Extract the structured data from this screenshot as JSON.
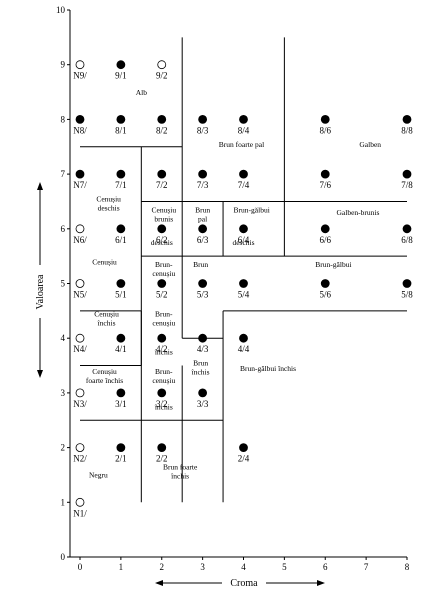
{
  "chart_data": {
    "type": "scatter",
    "xlabel": "Croma",
    "ylabel": "Valoarea",
    "xlim": [
      0,
      8
    ],
    "ylim": [
      0,
      10
    ],
    "x_ticks": [
      "0",
      "1",
      "2",
      "3",
      "4",
      "5",
      "6",
      "7",
      "8"
    ],
    "y_ticks": [
      "0",
      "1",
      "2",
      "3",
      "4",
      "5",
      "6",
      "7",
      "8",
      "9",
      "10"
    ],
    "points": [
      {
        "x": 0,
        "y": 9,
        "label": "N9/",
        "filled": false
      },
      {
        "x": 1,
        "y": 9,
        "label": "9/1",
        "filled": true
      },
      {
        "x": 2,
        "y": 9,
        "label": "9/2",
        "filled": false
      },
      {
        "x": 0,
        "y": 8,
        "label": "N8/",
        "filled": true
      },
      {
        "x": 1,
        "y": 8,
        "label": "8/1",
        "filled": true
      },
      {
        "x": 2,
        "y": 8,
        "label": "8/2",
        "filled": true
      },
      {
        "x": 3,
        "y": 8,
        "label": "8/3",
        "filled": true
      },
      {
        "x": 4,
        "y": 8,
        "label": "8/4",
        "filled": true
      },
      {
        "x": 6,
        "y": 8,
        "label": "8/6",
        "filled": true
      },
      {
        "x": 8,
        "y": 8,
        "label": "8/8",
        "filled": true
      },
      {
        "x": 0,
        "y": 7,
        "label": "N7/",
        "filled": true
      },
      {
        "x": 1,
        "y": 7,
        "label": "7/1",
        "filled": true
      },
      {
        "x": 2,
        "y": 7,
        "label": "7/2",
        "filled": true
      },
      {
        "x": 3,
        "y": 7,
        "label": "7/3",
        "filled": true
      },
      {
        "x": 4,
        "y": 7,
        "label": "7/4",
        "filled": true
      },
      {
        "x": 6,
        "y": 7,
        "label": "7/6",
        "filled": true
      },
      {
        "x": 8,
        "y": 7,
        "label": "7/8",
        "filled": true
      },
      {
        "x": 0,
        "y": 6,
        "label": "N6/",
        "filled": false
      },
      {
        "x": 1,
        "y": 6,
        "label": "6/1",
        "filled": true
      },
      {
        "x": 2,
        "y": 6,
        "label": "6/2",
        "filled": true
      },
      {
        "x": 3,
        "y": 6,
        "label": "6/3",
        "filled": true
      },
      {
        "x": 4,
        "y": 6,
        "label": "6/4",
        "filled": true
      },
      {
        "x": 6,
        "y": 6,
        "label": "6/6",
        "filled": true
      },
      {
        "x": 8,
        "y": 6,
        "label": "6/8",
        "filled": true
      },
      {
        "x": 0,
        "y": 5,
        "label": "N5/",
        "filled": false
      },
      {
        "x": 1,
        "y": 5,
        "label": "5/1",
        "filled": true
      },
      {
        "x": 2,
        "y": 5,
        "label": "5/2",
        "filled": true
      },
      {
        "x": 3,
        "y": 5,
        "label": "5/3",
        "filled": true
      },
      {
        "x": 4,
        "y": 5,
        "label": "5/4",
        "filled": true
      },
      {
        "x": 6,
        "y": 5,
        "label": "5/6",
        "filled": true
      },
      {
        "x": 8,
        "y": 5,
        "label": "5/8",
        "filled": true
      },
      {
        "x": 0,
        "y": 4,
        "label": "N4/",
        "filled": false
      },
      {
        "x": 1,
        "y": 4,
        "label": "4/1",
        "filled": true
      },
      {
        "x": 2,
        "y": 4,
        "label": "4/2",
        "filled": true
      },
      {
        "x": 3,
        "y": 4,
        "label": "4/3",
        "filled": true
      },
      {
        "x": 4,
        "y": 4,
        "label": "4/4",
        "filled": true
      },
      {
        "x": 0,
        "y": 3,
        "label": "N3/",
        "filled": false
      },
      {
        "x": 1,
        "y": 3,
        "label": "3/1",
        "filled": true
      },
      {
        "x": 2,
        "y": 3,
        "label": "3/2",
        "filled": true
      },
      {
        "x": 3,
        "y": 3,
        "label": "3/3",
        "filled": true
      },
      {
        "x": 0,
        "y": 2,
        "label": "N2/",
        "filled": false
      },
      {
        "x": 1,
        "y": 2,
        "label": "2/1",
        "filled": true
      },
      {
        "x": 2,
        "y": 2,
        "label": "2/2",
        "filled": true
      },
      {
        "x": 4,
        "y": 2,
        "label": "2/4",
        "filled": true
      },
      {
        "x": 0,
        "y": 1,
        "label": "N1/",
        "filled": false
      }
    ],
    "regions": [
      {
        "label": [
          "Alb"
        ],
        "x": 1.5,
        "y": 8.45
      },
      {
        "label": [
          "Brun foarte pal"
        ],
        "x": 3.95,
        "y": 7.5
      },
      {
        "label": [
          "Galben"
        ],
        "x": 7.1,
        "y": 7.5
      },
      {
        "label": [
          "Cenușiu",
          "deschis"
        ],
        "x": 0.7,
        "y": 6.5
      },
      {
        "label": [
          "Cenușiu",
          "brunis"
        ],
        "x": 2.05,
        "y": 6.3
      },
      {
        "label": [
          "Brun",
          "pal"
        ],
        "x": 3.0,
        "y": 6.3
      },
      {
        "label": [
          "Brun-gălbui"
        ],
        "x": 4.2,
        "y": 6.3
      },
      {
        "label": [
          "Galben-brunis"
        ],
        "x": 6.8,
        "y": 6.25
      },
      {
        "label": [
          "deschis"
        ],
        "x": 2.0,
        "y": 5.7
      },
      {
        "label": [
          "deschis"
        ],
        "x": 4.0,
        "y": 5.7
      },
      {
        "label": [
          "Cenușiu"
        ],
        "x": 0.6,
        "y": 5.35
      },
      {
        "label": [
          "Brun-",
          "cenușiu"
        ],
        "x": 2.05,
        "y": 5.3
      },
      {
        "label": [
          "Brun"
        ],
        "x": 2.95,
        "y": 5.3
      },
      {
        "label": [
          "Brun-gălbui"
        ],
        "x": 6.2,
        "y": 5.3
      },
      {
        "label": [
          "Cenușiu",
          "închis"
        ],
        "x": 0.65,
        "y": 4.4
      },
      {
        "label": [
          "Brun-",
          "cenușiu"
        ],
        "x": 2.05,
        "y": 4.4
      },
      {
        "label": [
          "închis"
        ],
        "x": 2.05,
        "y": 3.7
      },
      {
        "label": [
          "Brun",
          "închis"
        ],
        "x": 2.95,
        "y": 3.5
      },
      {
        "label": [
          "Brun-gălbui  închis"
        ],
        "x": 4.6,
        "y": 3.4
      },
      {
        "label": [
          "Cenușiu",
          "foarte închis"
        ],
        "x": 0.6,
        "y": 3.35
      },
      {
        "label": [
          "Brun-",
          "cenușiu"
        ],
        "x": 2.05,
        "y": 3.35
      },
      {
        "label": [
          "închis"
        ],
        "x": 2.05,
        "y": 2.7
      },
      {
        "label": [
          "Negru"
        ],
        "x": 0.45,
        "y": 1.45
      },
      {
        "label": [
          "Brun foarte",
          "închis"
        ],
        "x": 2.45,
        "y": 1.6
      }
    ],
    "boundaries": [
      [
        [
          0,
          2.5
        ],
        [
          2.5,
          2.5
        ]
      ],
      [
        [
          2.5,
          1
        ],
        [
          2.5,
          3.5
        ]
      ],
      [
        [
          1.5,
          1
        ],
        [
          1.5,
          6.5
        ]
      ],
      [
        [
          1.5,
          3.5
        ],
        [
          0,
          3.5
        ]
      ],
      [
        [
          0,
          4.5
        ],
        [
          1.5,
          4.5
        ]
      ],
      [
        [
          1.5,
          4.5
        ],
        [
          1.5,
          3.5
        ]
      ],
      [
        [
          3.5,
          1
        ],
        [
          3.5,
          4.5
        ]
      ],
      [
        [
          3.5,
          4.5
        ],
        [
          8,
          4.5
        ]
      ],
      [
        [
          2.5,
          4.0
        ],
        [
          3.5,
          4.0
        ]
      ],
      [
        [
          2.5,
          2.5
        ],
        [
          3.5,
          2.5
        ]
      ],
      [
        [
          1.5,
          5.5
        ],
        [
          8,
          5.5
        ]
      ],
      [
        [
          2.5,
          6.5
        ],
        [
          2.5,
          4.0
        ]
      ],
      [
        [
          1.5,
          6.5
        ],
        [
          8,
          6.5
        ]
      ],
      [
        [
          1.5,
          6.5
        ],
        [
          1.5,
          7.5
        ]
      ],
      [
        [
          0,
          7.5
        ],
        [
          2.5,
          7.5
        ]
      ],
      [
        [
          2.5,
          9.5
        ],
        [
          2.5,
          6.5
        ]
      ],
      [
        [
          3.5,
          6.5
        ],
        [
          3.5,
          5.5
        ]
      ],
      [
        [
          5.0,
          9.5
        ],
        [
          5.0,
          5.5
        ]
      ]
    ]
  }
}
